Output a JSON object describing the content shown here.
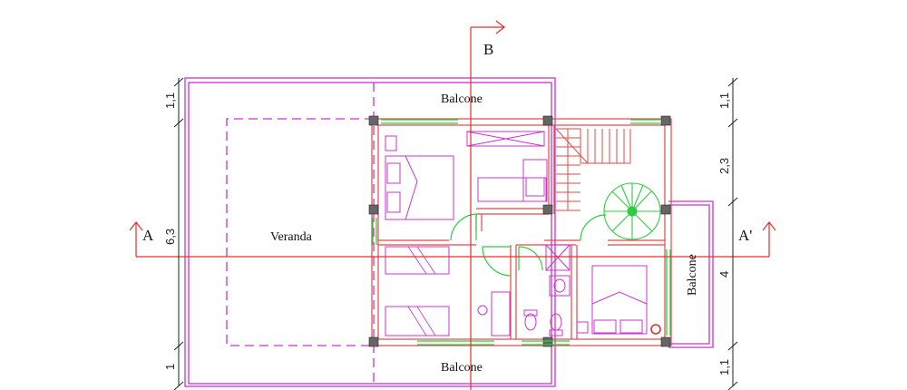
{
  "rooms": {
    "veranda": "Veranda",
    "balcony_top": "Balcone",
    "balcony_bottom": "Balcone",
    "balcony_right": "Balcone"
  },
  "sections": {
    "a_left": "A",
    "a_right": "A'",
    "b": "B"
  },
  "dimensions": {
    "left": [
      "1,1",
      "6,3",
      "1"
    ],
    "right": [
      "1,1",
      "2,3",
      "4",
      "1,1"
    ]
  },
  "colors": {
    "wall": "#e04a4a",
    "outline": "#cc33cc",
    "window": "#2ecc40",
    "section_line": "#e03030",
    "dimension": "#222222"
  }
}
